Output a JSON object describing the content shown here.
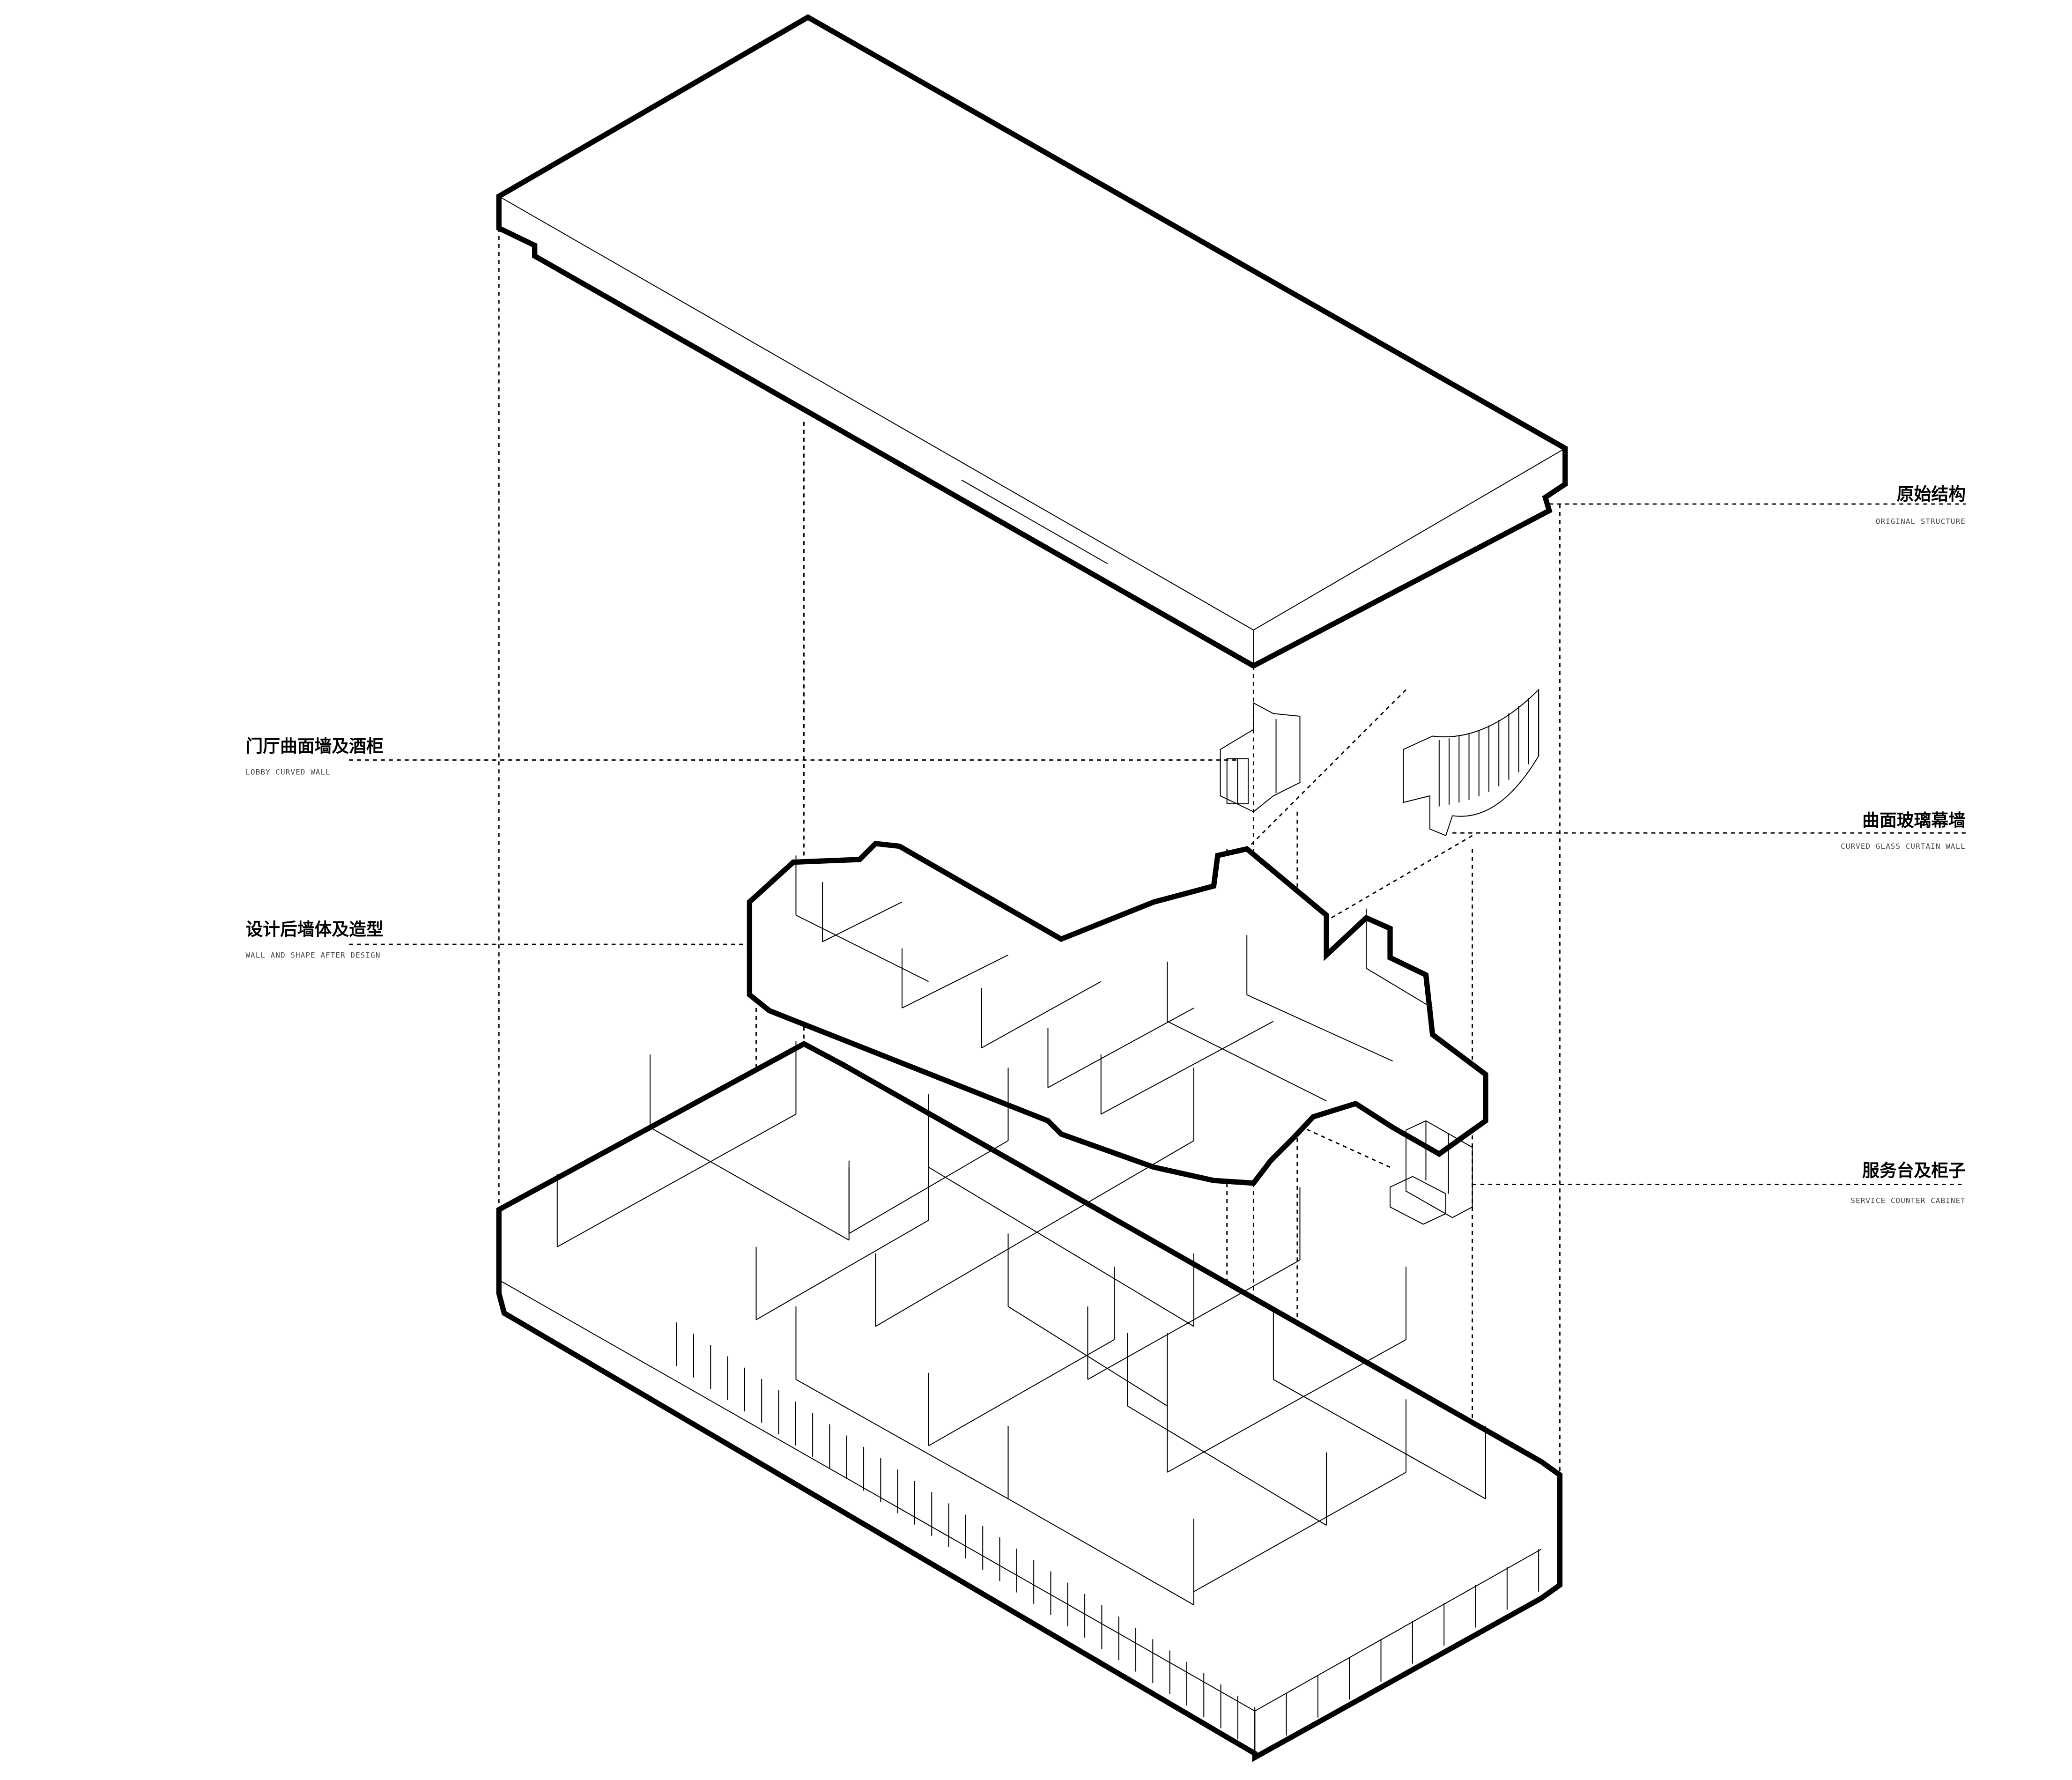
{
  "labels": {
    "original_structure": {
      "cn": "原始结构",
      "en": "ORIGINAL STRUCTURE"
    },
    "lobby_curved_wall": {
      "cn": "门厅曲面墙及酒柜",
      "en": "LOBBY CURVED WALL"
    },
    "curved_glass_curtain_wall": {
      "cn": "曲面玻璃幕墙",
      "en": "CURVED GLASS CURTAIN WALL"
    },
    "wall_and_shape": {
      "cn": "设计后墙体及造型",
      "en": "WALL AND SHAPE AFTER DESIGN"
    },
    "service_counter": {
      "cn": "服务台及柜子",
      "en": "SERVICE COUNTER CABINET"
    }
  }
}
